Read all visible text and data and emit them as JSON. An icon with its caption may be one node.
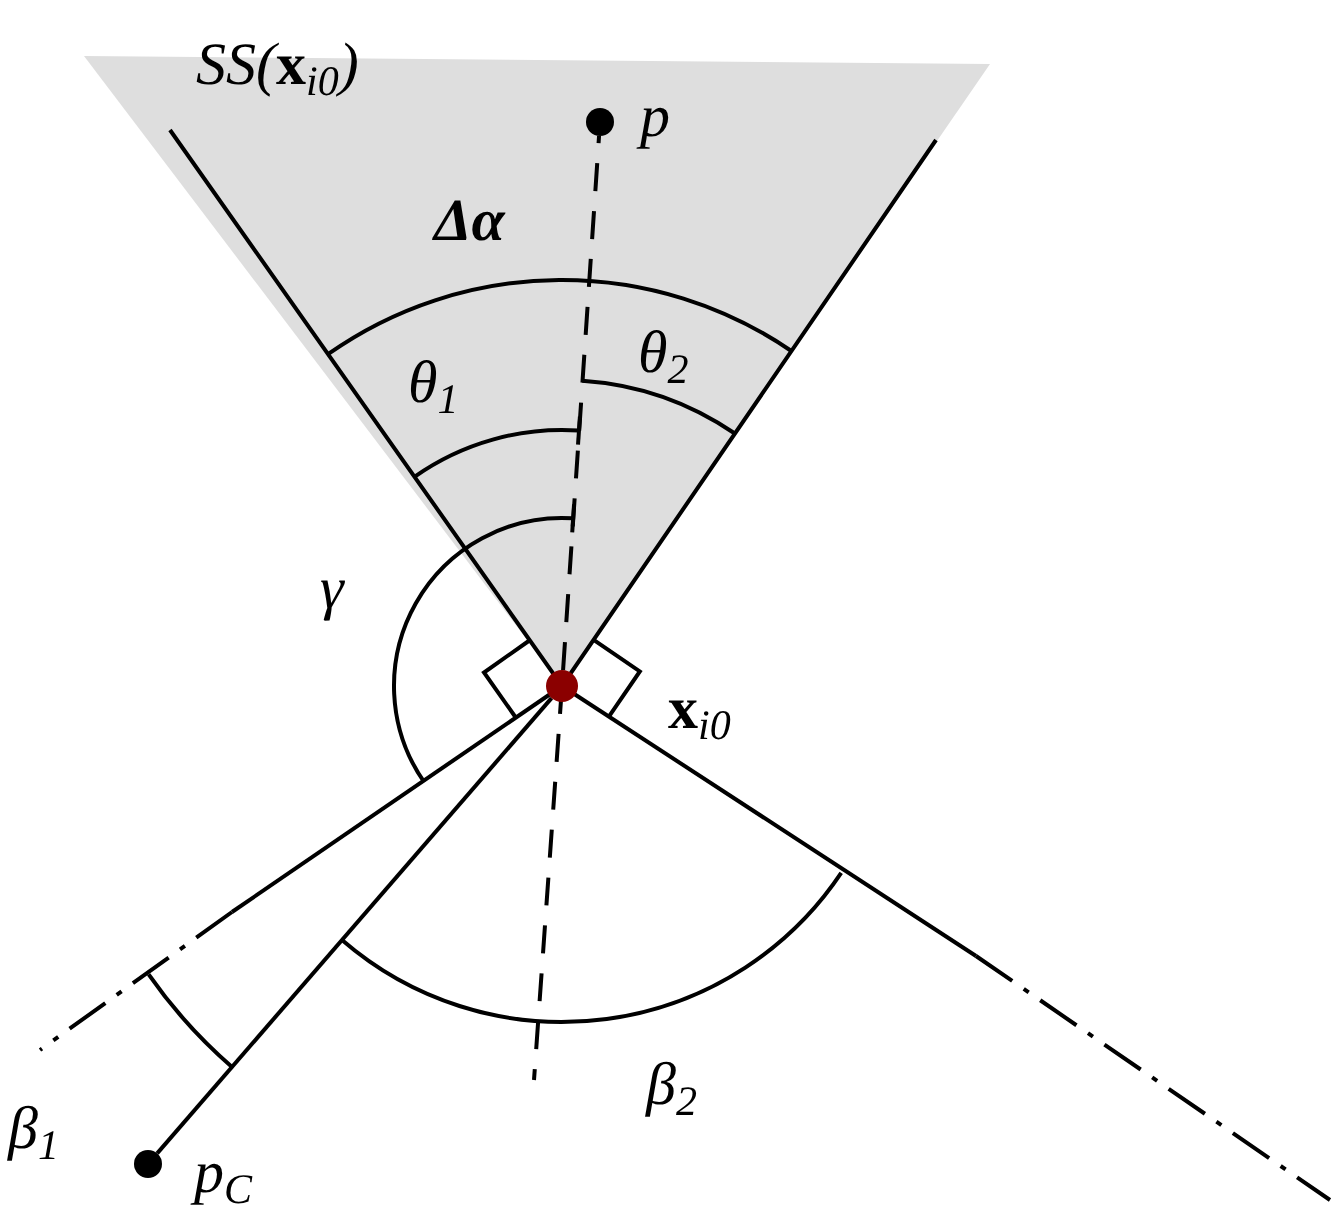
{
  "diagram": {
    "nodes": [
      {
        "text": [],
        "shape": "circle",
        "beside": [
          "p"
        ]
      },
      {
        "text": [],
        "shape": "circle",
        "beside": [
          "**x**$_{i0}$"
        ]
      },
      {
        "text": [],
        "shape": "circle",
        "beside": [
          "p$_{C}$"
        ]
      }
    ],
    "edges": [
      {
        "from": 1,
        "to": 0,
        "arrow": "none",
        "style": "dashed"
      },
      {
        "from": 1,
        "to": 2,
        "arrow": "none"
      }
    ],
    "labels": [
      "SS(**x**$_{i0}$)",
      "Δα",
      "θ$_{1}$",
      "θ$_{2}$",
      "γ",
      "β$_{1}$",
      "β$_{2}$"
    ]
  }
}
